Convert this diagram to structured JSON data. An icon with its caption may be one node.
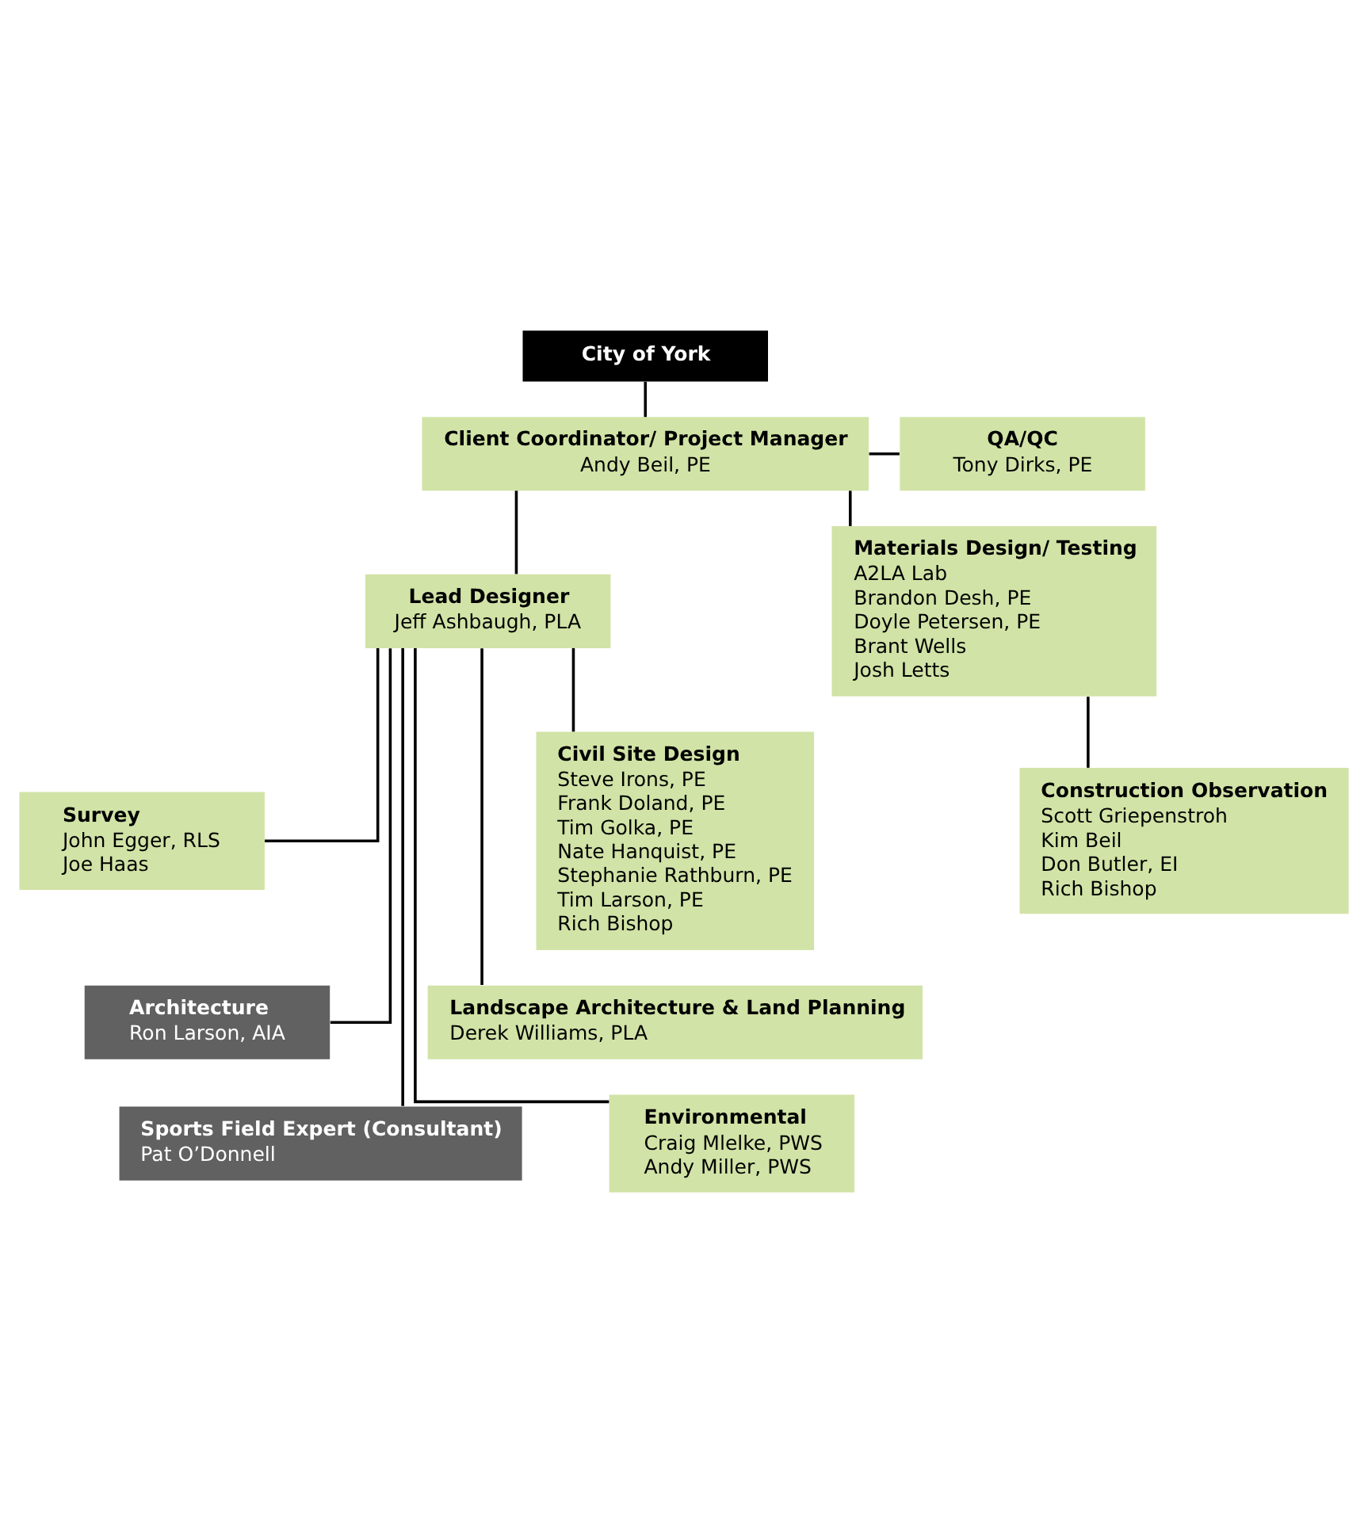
{
  "diagram": {
    "nodes": [
      {
        "text": [
          "City of York"
        ]
      },
      {
        "text": [
          "Client Coordinator/ Project Manager",
          "Andy Beil, PE"
        ]
      },
      {
        "text": [
          "QA/QC",
          "Tony Dirks, PE"
        ]
      },
      {
        "text": [
          "Lead Designer",
          "Jeff Ashbaugh, PLA"
        ]
      },
      {
        "text": [
          "Civil Site Design",
          "Steve Irons, PE",
          "Frank Doland, PE",
          "Tim Golka, PE",
          "Nate Hanquist, PE",
          "Stephanie Rathburn, PE",
          "Tim Larson, PE",
          "Rich Bishop"
        ]
      },
      {
        "text": [
          "Survey",
          "John Egger, RLS",
          "Joe Haas"
        ]
      },
      {
        "text": [
          "Architecture",
          "Ron Larson, AIA"
        ]
      },
      {
        "text": [
          "Sports Field Expert (Consultant)",
          "Pat O’Donnell"
        ]
      },
      {
        "text": [
          "Landscape Architecture & Land Planning",
          "Derek Williams, PLA"
        ]
      },
      {
        "text": [
          "Environmental",
          "Craig Mlelke, PWS",
          "Andy Miller, PWS"
        ]
      },
      {
        "text": [
          "Materials Design/ Testing",
          "A2LA Lab",
          "Brandon Desh, PE",
          "Doyle Petersen, PE",
          "Brant Wells",
          "Josh Letts"
        ]
      },
      {
        "text": [
          "Construction Observation",
          "Scott Griepenstroh",
          "Kim Beil",
          "Don Butler, EI",
          "Rich Bishop"
        ]
      }
    ],
    "edges": [
      {
        "from": 0,
        "to": 1,
        "arrow": "none"
      },
      {
        "from": 1,
        "to": 2,
        "arrow": "none"
      },
      {
        "from": 1,
        "to": 3,
        "arrow": "none"
      },
      {
        "from": 1,
        "to": 10,
        "arrow": "none"
      },
      {
        "from": 3,
        "to": 4,
        "arrow": "none"
      },
      {
        "from": 3,
        "to": 5,
        "arrow": "none"
      },
      {
        "from": 3,
        "to": 6,
        "arrow": "none"
      },
      {
        "from": 3,
        "to": 7,
        "arrow": "none"
      },
      {
        "from": 3,
        "to": 8,
        "arrow": "none"
      },
      {
        "from": 3,
        "to": 9,
        "arrow": "none"
      },
      {
        "from": 10,
        "to": 11,
        "arrow": "none"
      }
    ]
  }
}
